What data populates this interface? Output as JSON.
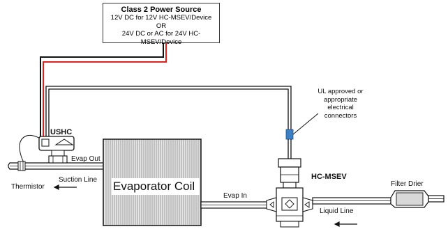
{
  "power_source": {
    "title": "Class 2 Power Source",
    "line1": "12V DC for 12V HC-MSEV/Device",
    "line2": "OR",
    "line3": "24V DC or AC for 24V HC-MSEV/Device"
  },
  "labels": {
    "ushc": "USHC",
    "evap_out": "Evap Out",
    "thermistor": "Thermistor",
    "suction_line": "Suction Line",
    "evaporator_coil": "Evaporator Coil",
    "evap_in": "Evap In",
    "hc_msev": "HC-MSEV",
    "filter_drier": "Filter Drier",
    "liquid_line": "Liquid Line",
    "connectors_note": [
      "UL approved or",
      "appropriate",
      "electrical",
      "connectors"
    ]
  },
  "colors": {
    "wire_red": "#e0201c",
    "wire_black": "#111111",
    "connector_blue": "#3b7fc4",
    "coil_fill": "#e6e6e6"
  }
}
